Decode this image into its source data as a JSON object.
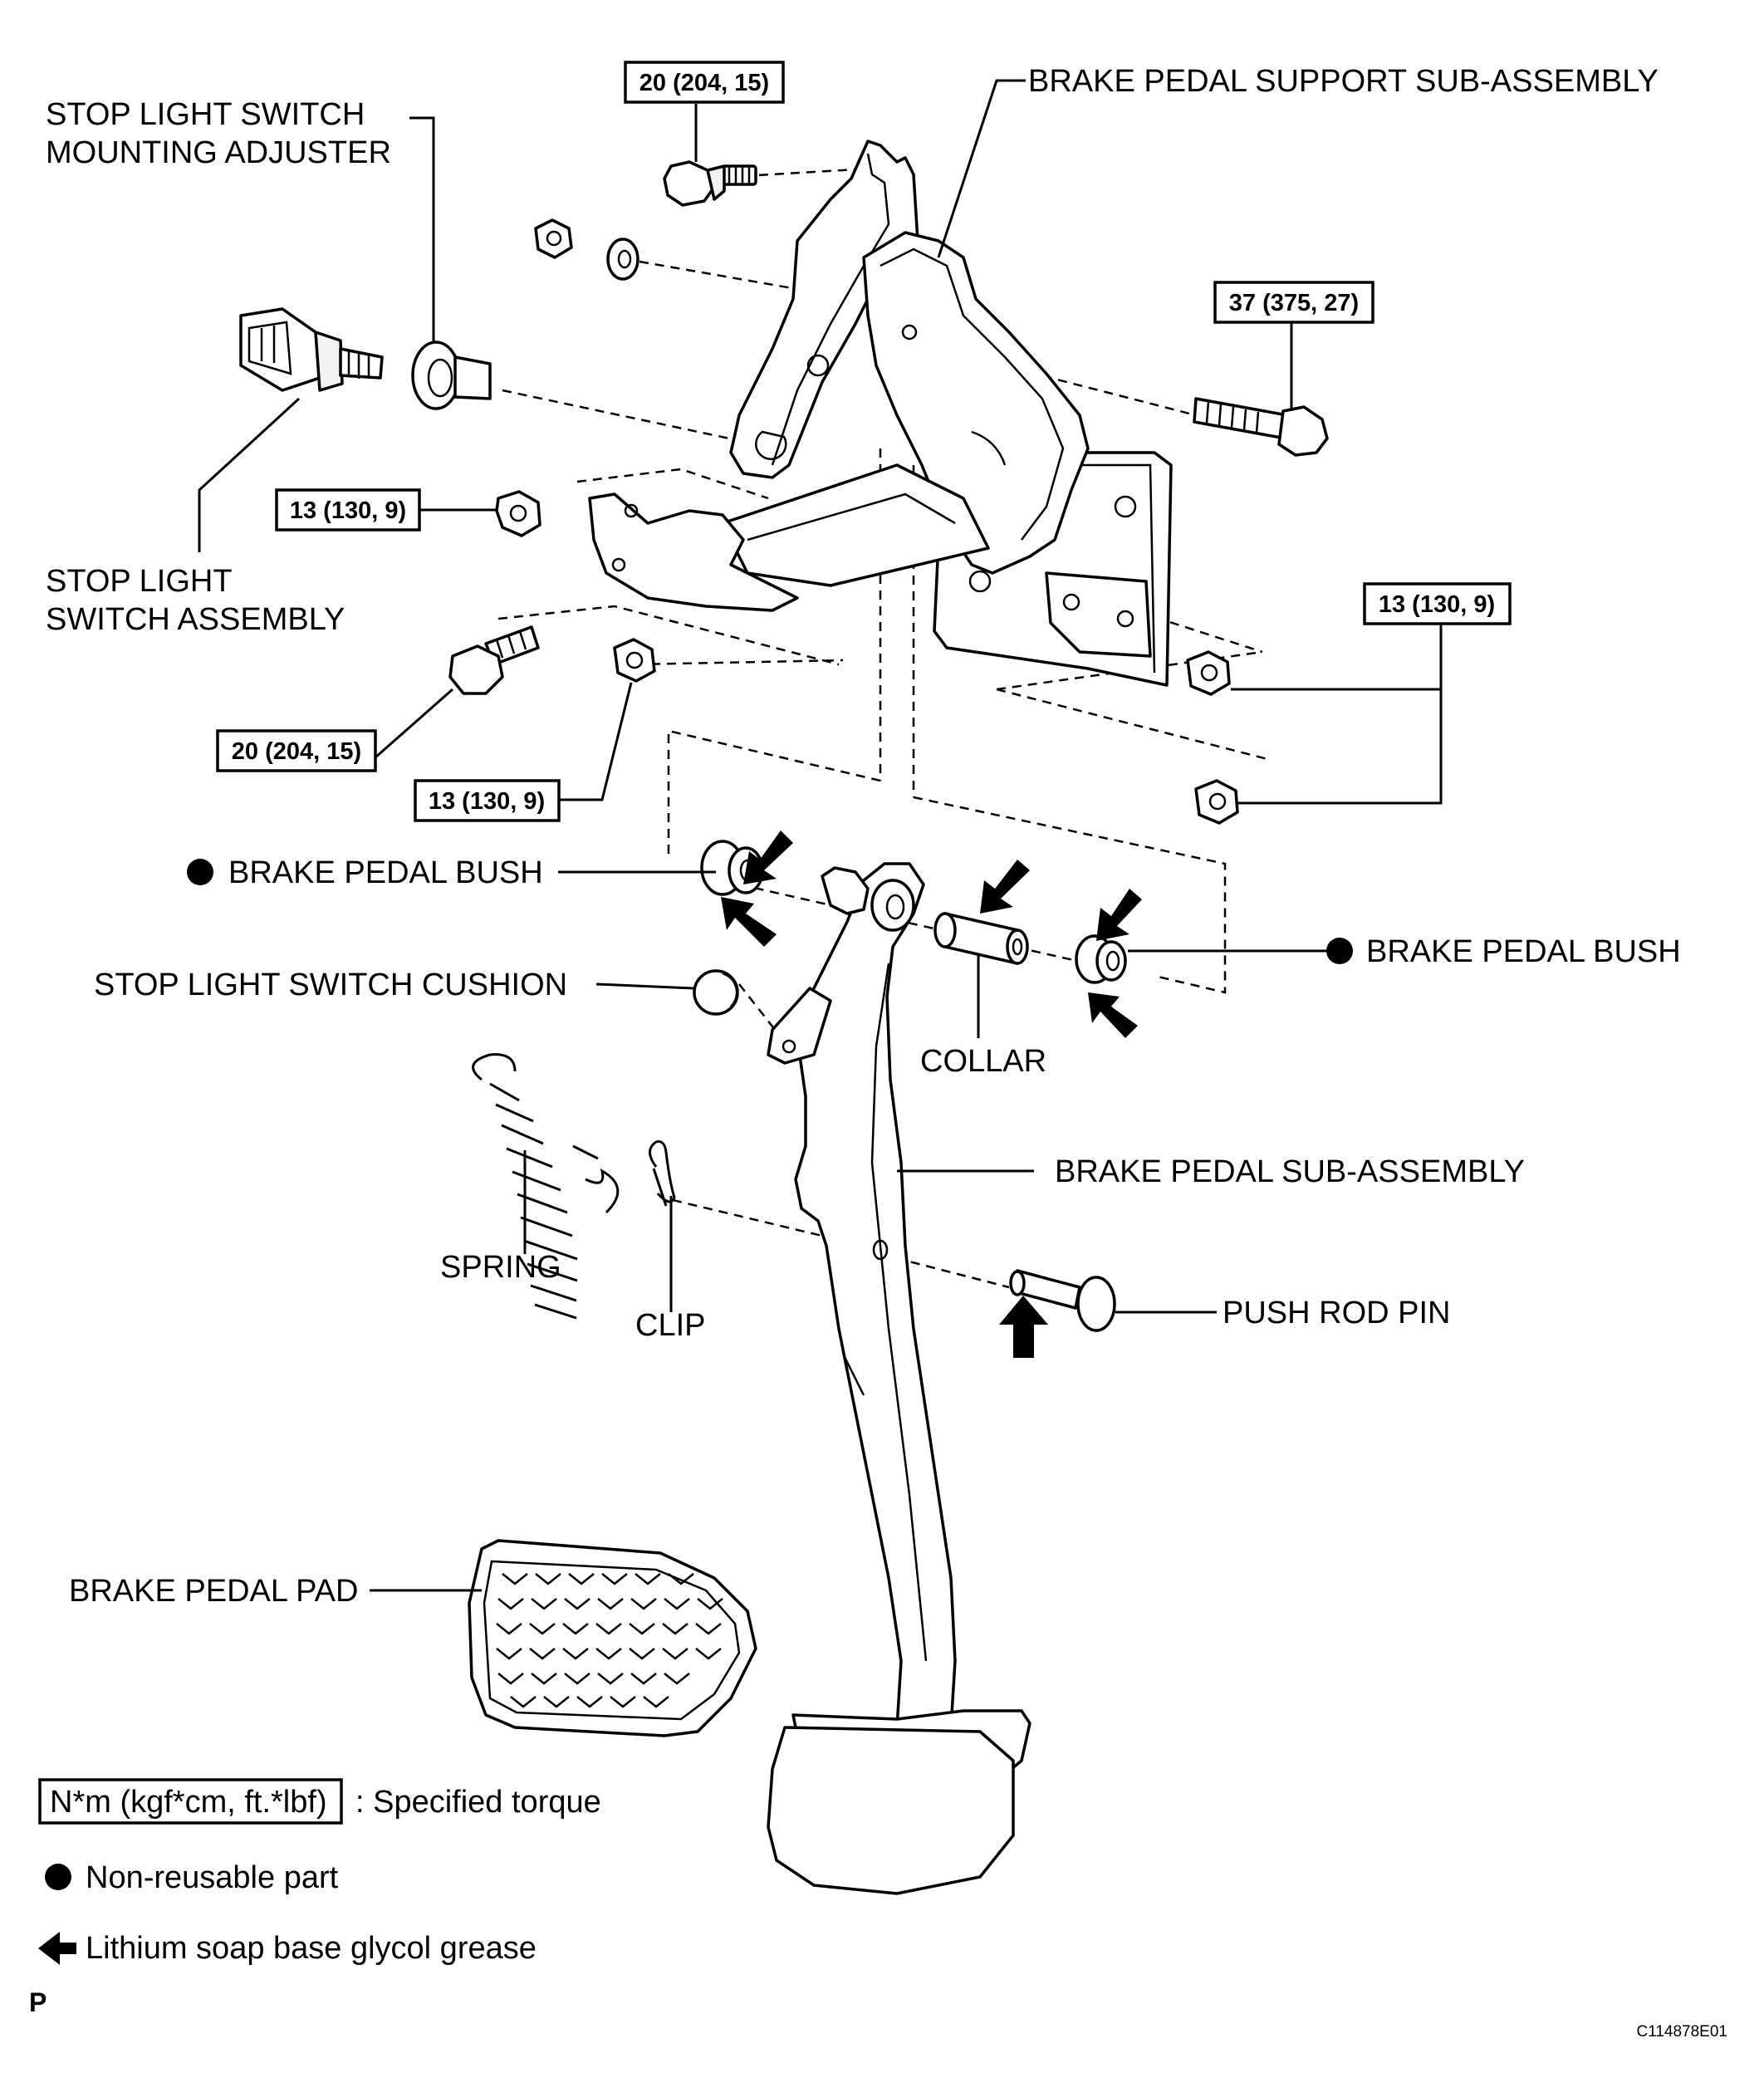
{
  "labels": {
    "brake_pedal_support": "BRAKE PEDAL SUPPORT SUB-ASSEMBLY",
    "stop_light_adjuster_line1": "STOP LIGHT SWITCH",
    "stop_light_adjuster_line2": "MOUNTING ADJUSTER",
    "stop_light_switch_line1": "STOP LIGHT",
    "stop_light_switch_line2": "SWITCH ASSEMBLY",
    "bush_left": "BRAKE PEDAL BUSH",
    "bush_right": "BRAKE PEDAL BUSH",
    "cushion": "STOP LIGHT SWITCH CUSHION",
    "collar": "COLLAR",
    "pedal": "BRAKE PEDAL SUB-ASSEMBLY",
    "spring": "SPRING",
    "clip": "CLIP",
    "push_rod_pin": "PUSH ROD PIN",
    "pedal_pad": "BRAKE PEDAL PAD"
  },
  "torques": {
    "top_bolt": "20 (204, 15)",
    "long_bolt": "37 (375, 27)",
    "nut_left": "13 (130, 9)",
    "nut_right": "13 (130, 9)",
    "lower_bolt": "20 (204, 15)",
    "nut_lower": "13 (130, 9)"
  },
  "legend": {
    "torque_box": "N*m (kgf*cm, ft.*lbf)",
    "torque_text": ": Specified torque",
    "nonreusable": "Non-reusable part",
    "grease": "Lithium soap base glycol grease"
  },
  "footer": {
    "corner_letter": "P",
    "figure_code": "C114878E01"
  },
  "colors": {
    "line": "#000000",
    "background": "#ffffff"
  }
}
